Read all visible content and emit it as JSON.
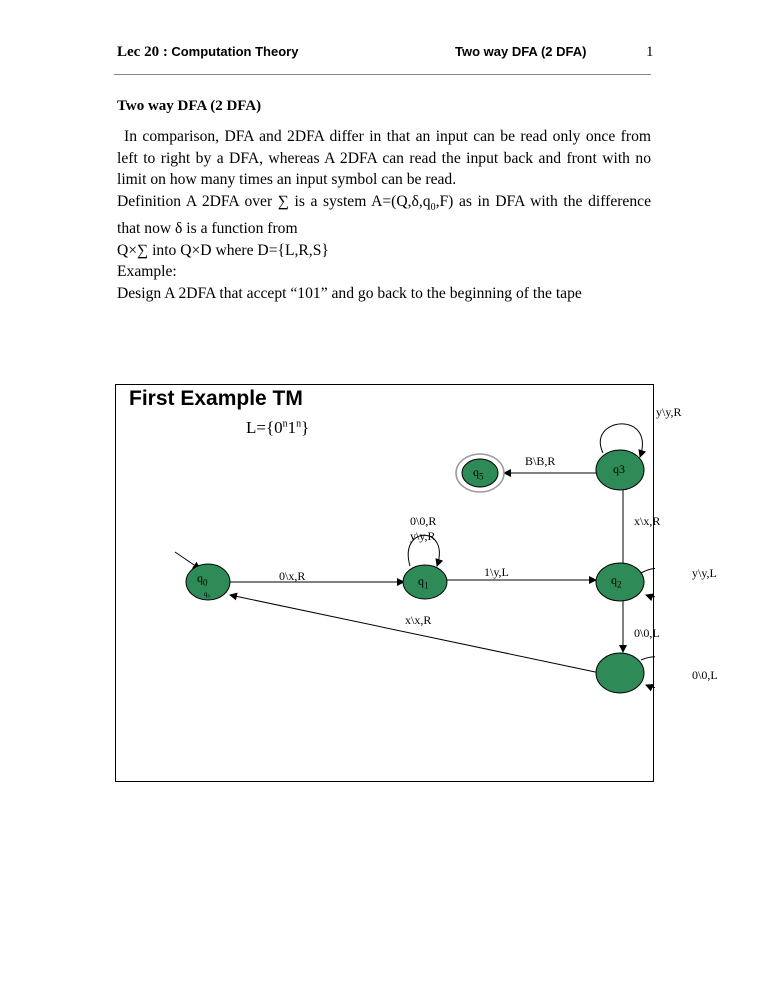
{
  "header": {
    "lec": "Lec 20 :",
    "course": "Computation Theory",
    "topic": "Two way DFA (2 DFA)",
    "page": "1"
  },
  "section_title": "Two way DFA (2 DFA)",
  "paragraphs": [
    "In comparison, DFA and 2DFA differ in that an input can be read only once from left to right by a DFA, whereas A 2DFA can read the input back and front with no limit on how many times an input symbol can be read.",
    "Definition A 2DFA over ∑ is a system A=(Q,δ,q0,F) as in DFA with the difference that now δ is a function from",
    "Q×∑ into Q×D where D={L,R,S}",
    "Example:",
    "Design A 2DFA that accept “101” and go back to the beginning of the tape"
  ],
  "diagram": {
    "title": "First Example TM",
    "language": "L={0n1n}",
    "states": {
      "q0": "q0",
      "q0_sub": "q₀",
      "q1": "q1",
      "q2": "q2",
      "q3": "q3",
      "q5": "q5"
    },
    "transitions": {
      "q0_q1": "0\\x,R",
      "q1_loop_a": "0\\0,R",
      "q1_loop_b": "y\\y,R",
      "q1_q2": "1\\y,L",
      "q2_loop": "y\\y,L",
      "q2_q3": "x\\x,R",
      "q3_loop": "y\\y,R",
      "q3_q5": "B\\B,R",
      "q2_q4": "0\\0,L",
      "q4_loop": "0\\0,L",
      "q4_q0": "x\\x,R"
    },
    "colors": {
      "state_fill": "#2e8b57",
      "stroke": "#000000"
    }
  }
}
